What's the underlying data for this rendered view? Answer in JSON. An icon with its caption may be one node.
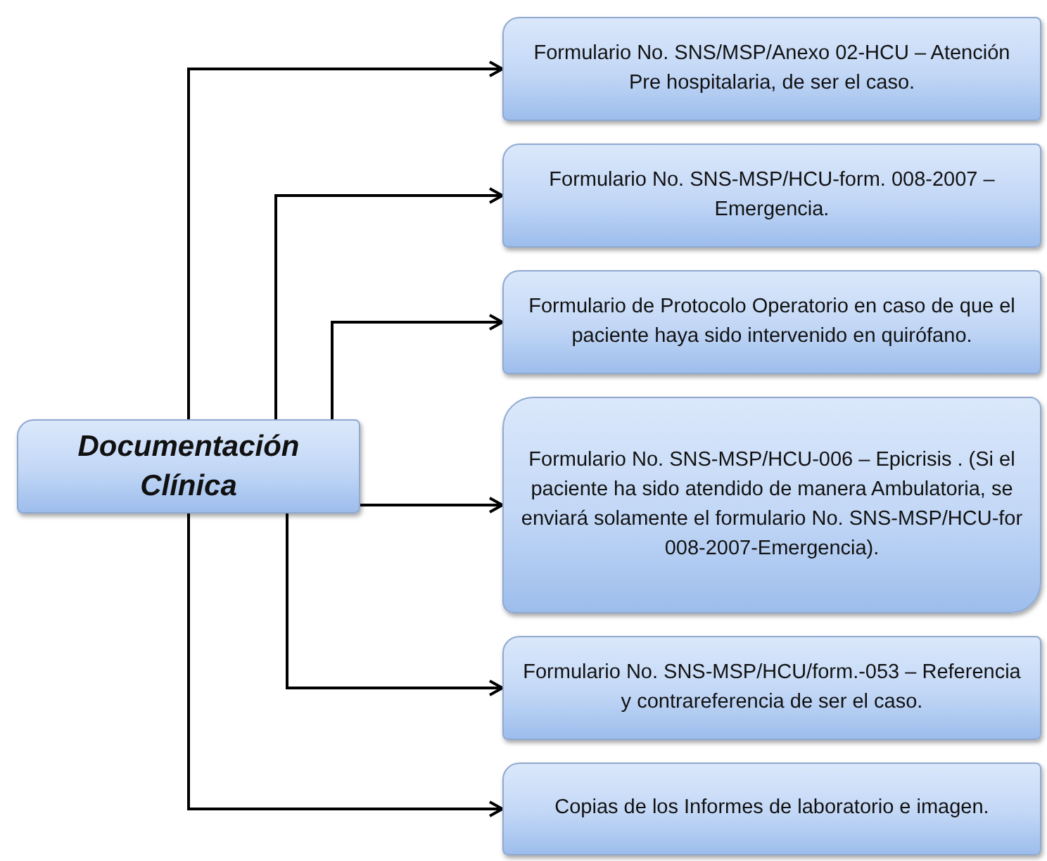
{
  "diagram": {
    "nodes": [
      {
        "text": [
          "Documentación Clínica"
        ]
      },
      {
        "text": [
          "Formulario No. SNS/MSP/Anexo 02-HCU – Atención Pre hospitalaria, de ser el caso."
        ]
      },
      {
        "text": [
          "Formulario No. SNS-MSP/HCU-form. 008-2007 – Emergencia."
        ]
      },
      {
        "text": [
          "Formulario de Protocolo Operatorio en caso de que el paciente haya sido intervenido en quirófano."
        ]
      },
      {
        "text": [
          "Formulario No. SNS-MSP/HCU-006 – Epicrisis . (Si el paciente ha sido atendido de manera Ambulatoria, se enviará solamente el formulario No. SNS-MSP/HCU-for 008-2007-Emergencia)."
        ]
      },
      {
        "text": [
          "Formulario No. SNS-MSP/HCU/form.-053 – Referencia y contrareferencia de ser el caso."
        ]
      },
      {
        "text": [
          "Copias de los Informes de laboratorio e imagen."
        ]
      }
    ],
    "edges": [
      {
        "from": 0,
        "to": 1,
        "arrow": "to"
      },
      {
        "from": 0,
        "to": 2,
        "arrow": "to"
      },
      {
        "from": 0,
        "to": 3,
        "arrow": "to"
      },
      {
        "from": 0,
        "to": 4,
        "arrow": "to"
      },
      {
        "from": 0,
        "to": 5,
        "arrow": "to"
      },
      {
        "from": 0,
        "to": 6,
        "arrow": "to"
      }
    ]
  }
}
